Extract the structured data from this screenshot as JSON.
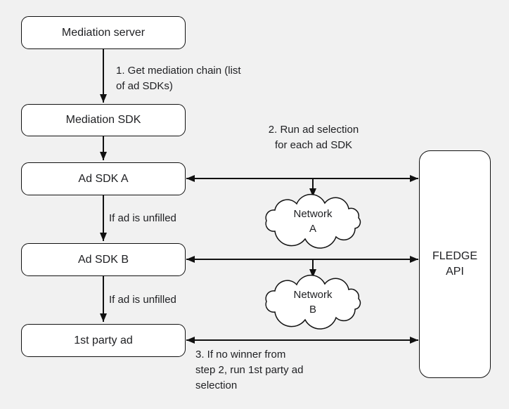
{
  "diagram": {
    "title_semantic": "FLEDGE API mediation flow",
    "boxes": {
      "mediation_server": "Mediation server",
      "mediation_sdk": "Mediation SDK",
      "ad_sdk_a": "Ad SDK A",
      "ad_sdk_b": "Ad SDK B",
      "first_party_ad": "1st party ad",
      "fledge_api_lines": [
        "FLEDGE",
        "API"
      ]
    },
    "clouds": {
      "network_a_lines": [
        "Network",
        "A"
      ],
      "network_b_lines": [
        "Network",
        "B"
      ]
    },
    "annotations": {
      "step1_lines": [
        "1. Get mediation chain (list",
        "of ad SDKs)"
      ],
      "step2_lines": [
        "2. Run ad selection",
        "for each ad SDK"
      ],
      "unfilled_a": "If ad is unfilled",
      "unfilled_b": "If ad is unfilled",
      "step3_lines": [
        "3. If no winner from",
        "step 2, run 1st party ad",
        "selection"
      ]
    },
    "colors": {
      "background": "#f1f1f1",
      "box_fill": "#ffffff",
      "stroke": "#111111",
      "text": "#202124"
    }
  }
}
